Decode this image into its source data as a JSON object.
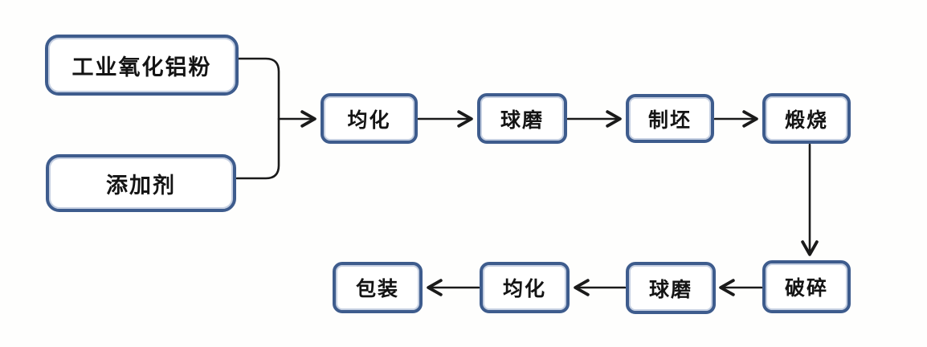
{
  "diagram": {
    "type": "flowchart",
    "background_color": "#fefefd",
    "node_border_color": "#3e5c8d",
    "node_fill_color": "#ffffff",
    "text_color": "#141414",
    "connector_color": "#1a1a1a",
    "nodes": [
      {
        "id": "industrial-alumina-powder",
        "label": "工业氧化铝粉"
      },
      {
        "id": "additive",
        "label": "添加剂"
      },
      {
        "id": "homogenization-1",
        "label": "均化"
      },
      {
        "id": "ball-milling-1",
        "label": "球磨"
      },
      {
        "id": "blank-forming",
        "label": "制坯"
      },
      {
        "id": "calcination",
        "label": "煅烧"
      },
      {
        "id": "packaging",
        "label": "包装"
      },
      {
        "id": "homogenization-2",
        "label": "均化"
      },
      {
        "id": "ball-milling-2",
        "label": "球磨"
      },
      {
        "id": "crushing",
        "label": "破碎"
      }
    ],
    "edges": [
      {
        "from": "industrial-alumina-powder",
        "to": "homogenization-1"
      },
      {
        "from": "additive",
        "to": "homogenization-1"
      },
      {
        "from": "homogenization-1",
        "to": "ball-milling-1"
      },
      {
        "from": "ball-milling-1",
        "to": "blank-forming"
      },
      {
        "from": "blank-forming",
        "to": "calcination"
      },
      {
        "from": "calcination",
        "to": "crushing"
      },
      {
        "from": "crushing",
        "to": "ball-milling-2"
      },
      {
        "from": "ball-milling-2",
        "to": "homogenization-2"
      },
      {
        "from": "homogenization-2",
        "to": "packaging"
      }
    ]
  }
}
